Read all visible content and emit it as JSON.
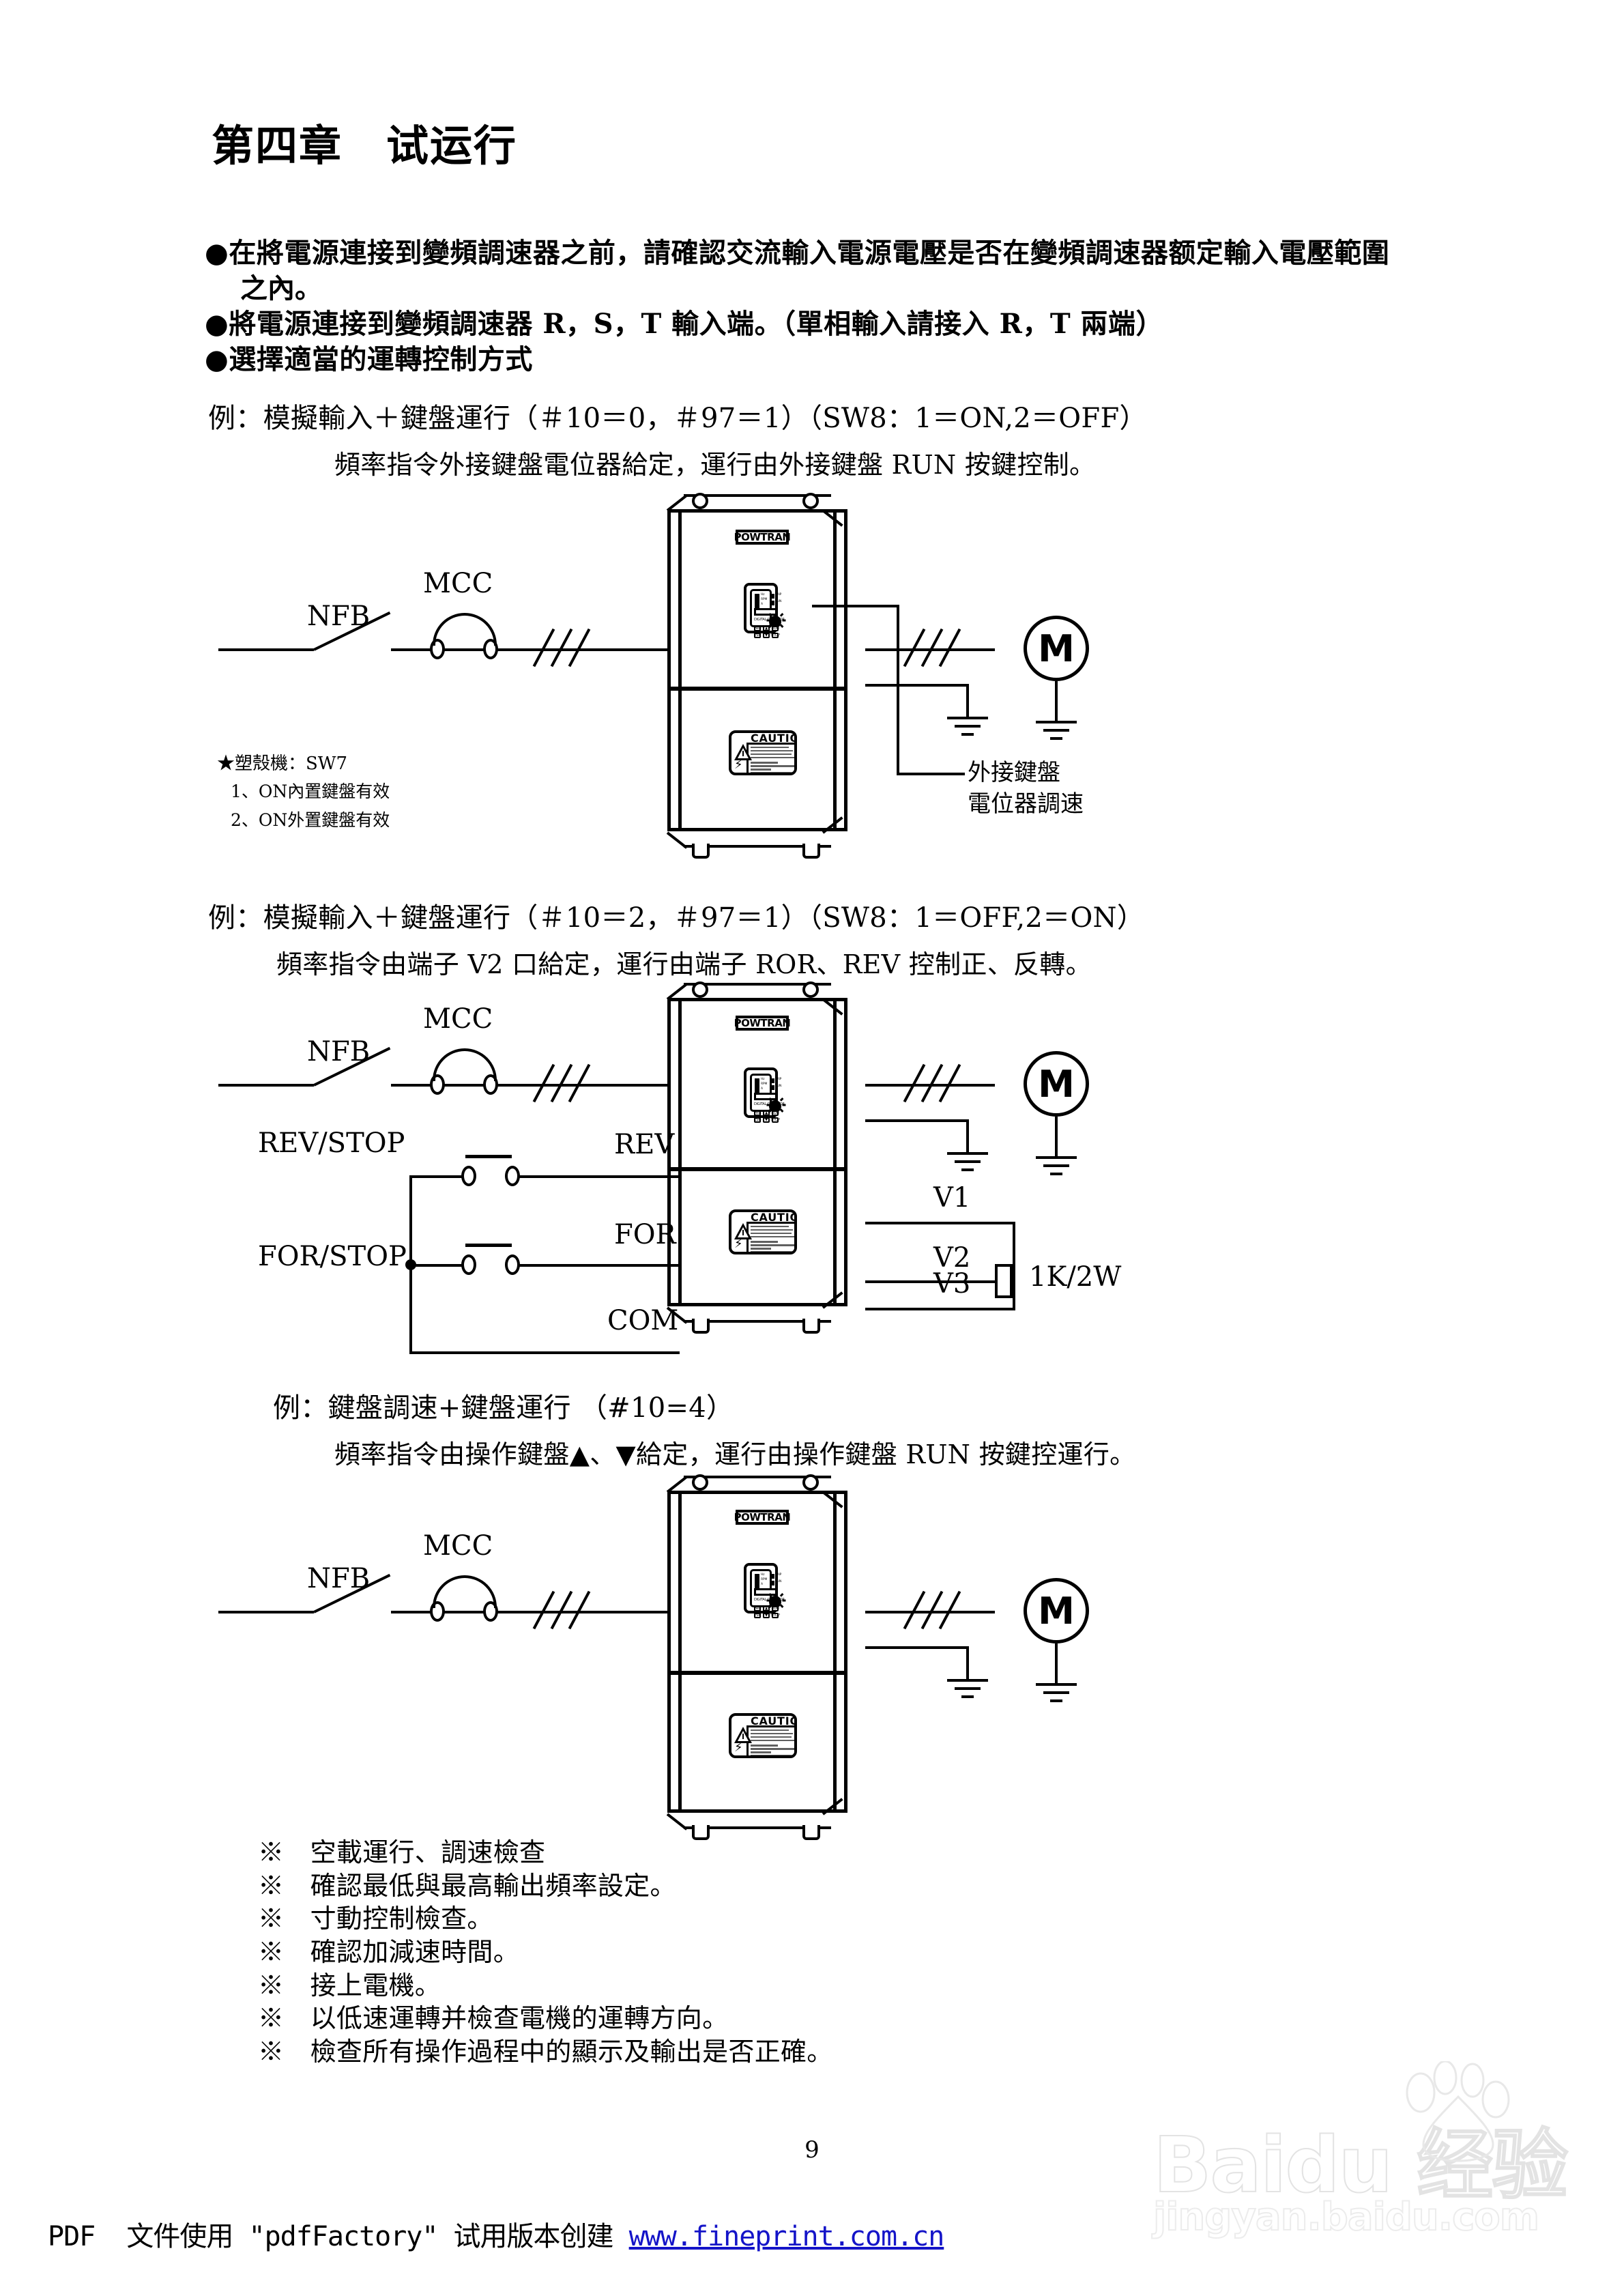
{
  "document": {
    "chapter_title": "第四章　试运行",
    "page_number": "9"
  },
  "bullets": [
    {
      "marker": "●",
      "line1": "在將電源連接到變頻調速器之前，請確認交流輸入電源電壓是否在變頻調速器额定輸入電壓範圍",
      "line2": "之內。"
    },
    {
      "marker": "●",
      "line1": "將電源連接到變頻調速器 R，S，T 輸入端。（單相輸入請接入 R，T 兩端）",
      "line2": ""
    },
    {
      "marker": "●",
      "line1": "選擇適當的運轉控制方式",
      "line2": ""
    }
  ],
  "examples": [
    {
      "header": "例：模擬輸入＋鍵盤運行（＃10＝0，＃97＝1）（SW8：1＝ON,2＝OFF）",
      "sub": "頻率指令外接鍵盤電位器給定，運行由外接鍵盤 RUN 按鍵控制。"
    },
    {
      "header": "例：模擬輸入＋鍵盤運行（＃10＝2，＃97＝1）（SW8：1＝OFF,2＝ON）",
      "sub": "頻率指令由端子 V2 口給定，運行由端子 ROR、REV 控制正、反轉。"
    },
    {
      "header": "例：鍵盤調速+鍵盤運行 （#10=4）",
      "sub": "頻率指令由操作鍵盤▲、▼給定，運行由操作鍵盤 RUN 按鍵控運行。"
    }
  ],
  "diagram1": {
    "nfb_label": "NFB",
    "mcc_label": "MCC",
    "motor_label": "M",
    "note_title": "★塑殼機：SW7",
    "note_line1": "1、ON內置鍵盤有效",
    "note_line2": "2、ON外置鍵盤有效",
    "callout_line1": "外接鍵盤",
    "callout_line2": "電位器調速"
  },
  "diagram2": {
    "nfb_label": "NFB",
    "mcc_label": "MCC",
    "motor_label": "M",
    "rev_stop_label": "REV/STOP",
    "for_stop_label": "FOR/STOP",
    "rev_terminal": "REV",
    "for_terminal": "FOR",
    "com_terminal": "COM",
    "v1_label": "V1",
    "v2_label": "V2",
    "v3_label": "V3",
    "pot_label": "1K/2W"
  },
  "diagram3": {
    "nfb_label": "NFB",
    "mcc_label": "MCC",
    "motor_label": "M"
  },
  "inverter": {
    "brand": "POWTRAN",
    "caution_title": "CAUTION",
    "keypad": {
      "operator_label": "DIGITAL OPERATOR",
      "led_left": [
        "Hz",
        "RPM",
        "A"
      ],
      "led_right": [
        "TRIP",
        "RUN"
      ],
      "keys_row1": [
        "PRG",
        "▲",
        "RUN"
      ],
      "keys_row2": [
        "ESC",
        "▼",
        "STOP"
      ]
    }
  },
  "checklist": [
    "※　空載運行、調速檢查",
    "※　確認最低與最高輸出頻率設定。",
    "※　寸動控制檢查。",
    "※　確認加減速時間。",
    "※　接上電機。",
    "※　以低速運轉并檢查電機的運轉方向。",
    "※　檢查所有操作過程中的顯示及輸出是否正確。"
  ],
  "footer": {
    "text": "PDF  文件使用 \"pdfFactory\" 试用版本创建 ",
    "url": "www.fineprint.com.cn"
  },
  "watermark": {
    "brand": "Baidu 经验",
    "site": "jingyan.baidu.com"
  },
  "colors": {
    "ink": "#000000",
    "link": "#1414c8",
    "watermark": "#e8e8e8"
  }
}
